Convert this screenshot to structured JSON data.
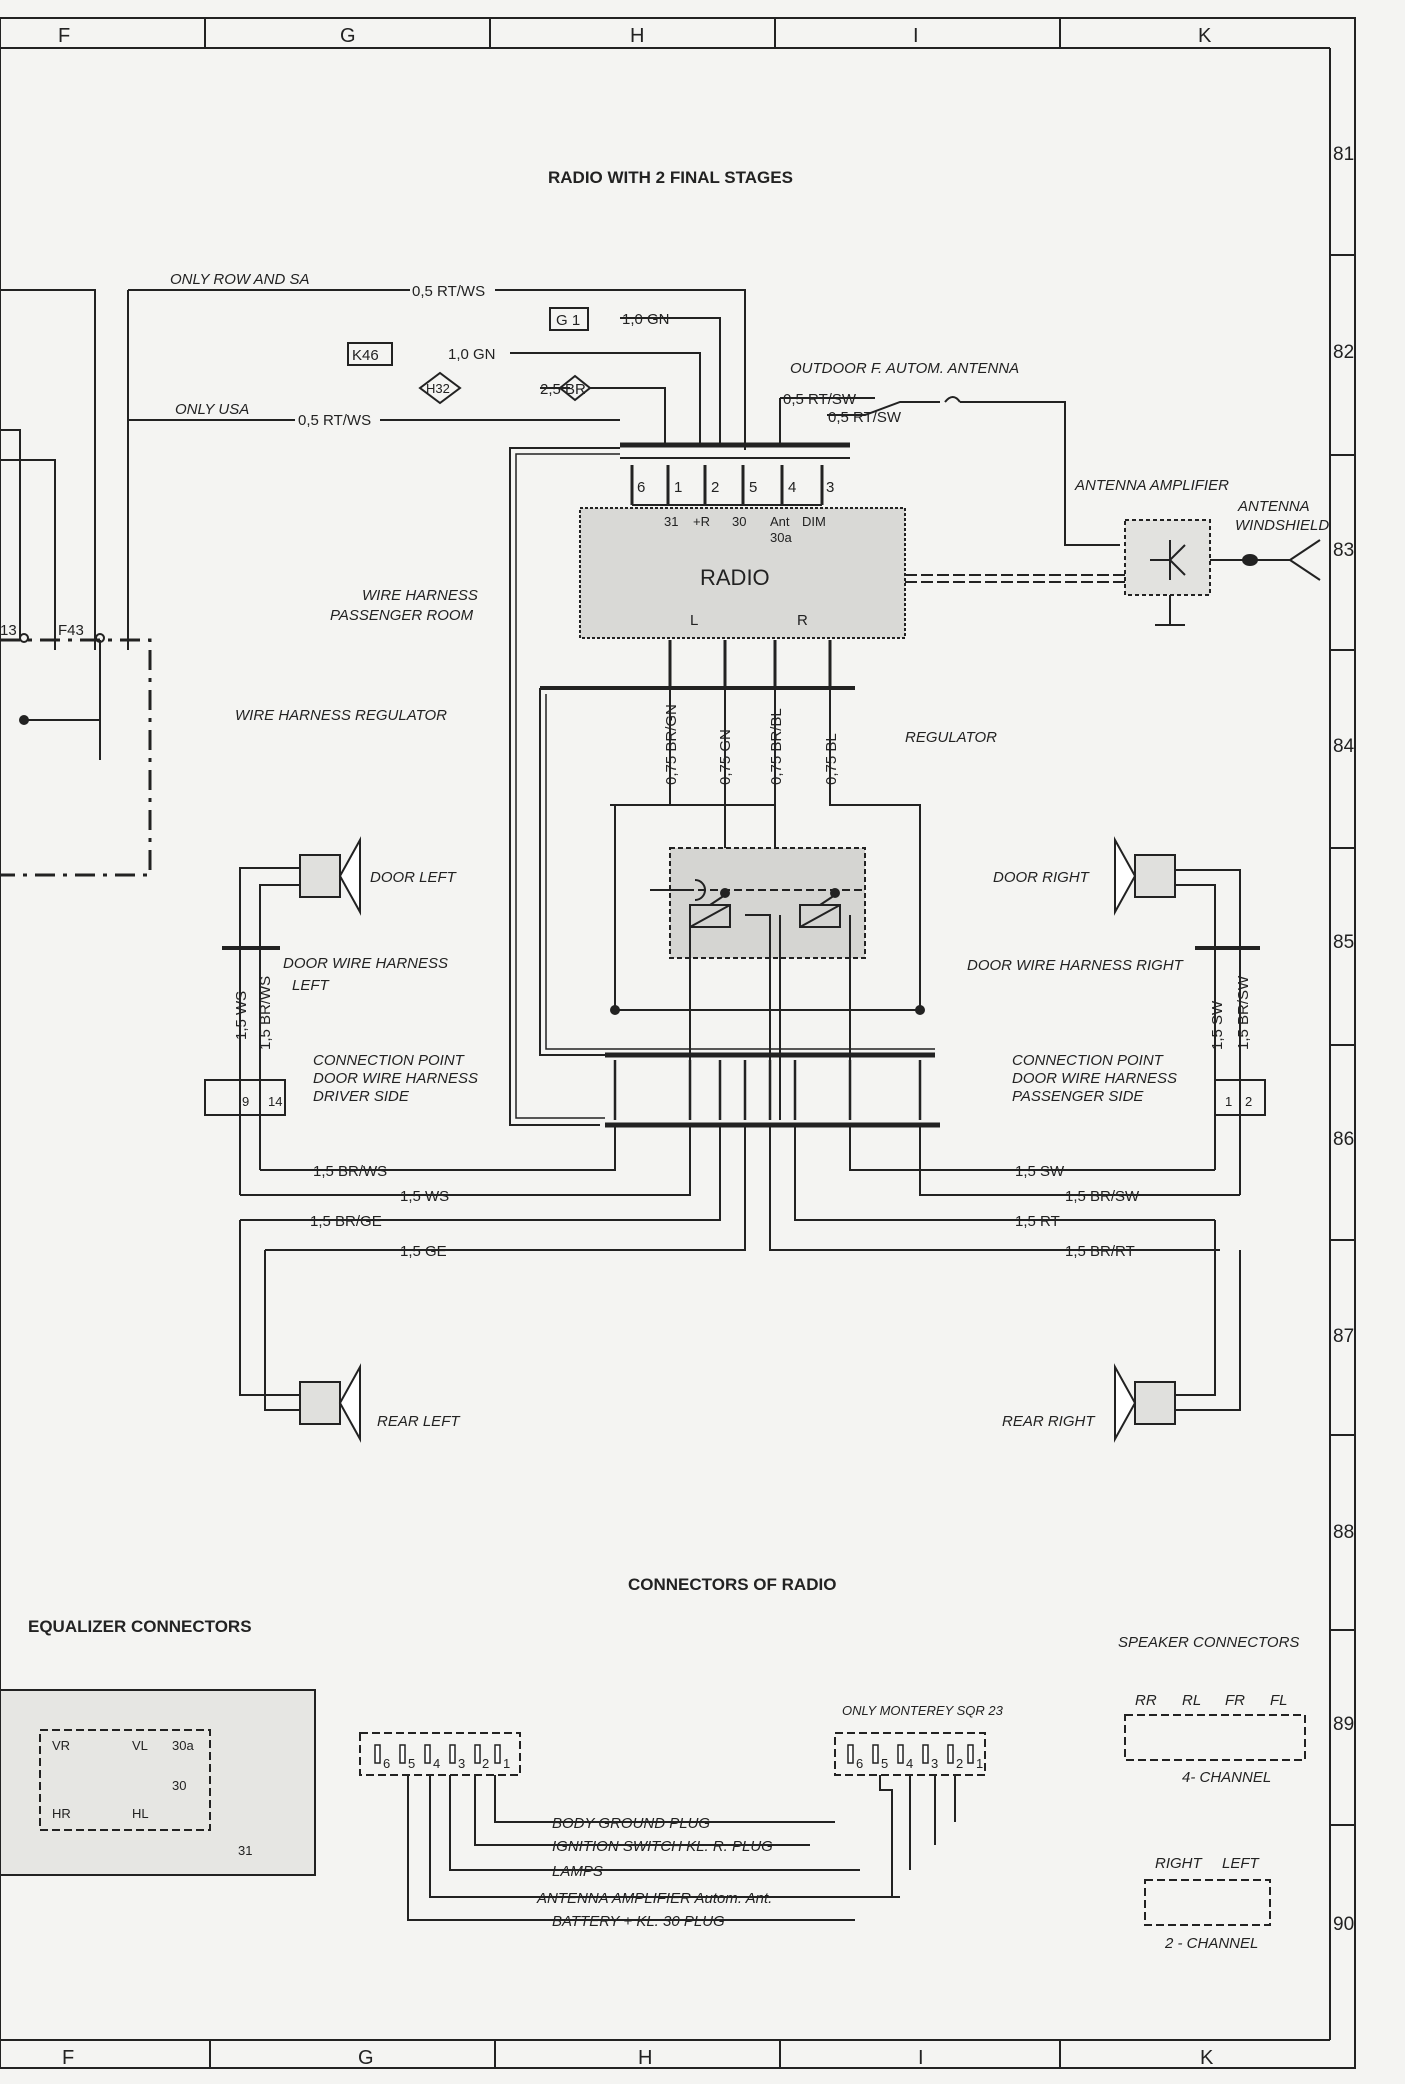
{
  "grid": {
    "columns": [
      "F",
      "G",
      "H",
      "I",
      "K"
    ],
    "rows": [
      "81",
      "82",
      "83",
      "84",
      "85",
      "86",
      "87",
      "88",
      "89",
      "90"
    ]
  },
  "titles": {
    "main": "RADIO WITH 2 FINAL STAGES",
    "connectors_radio": "CONNECTORS OF RADIO",
    "equalizer": "EQUALIZER CONNECTORS",
    "speaker": "SPEAKER CONNECTORS"
  },
  "notes": {
    "only_row_sa": "ONLY ROW AND SA",
    "only_usa": "ONLY USA",
    "outdoor": "OUTDOOR F. AUTOM. ANTENNA",
    "antenna_amp": "ANTENNA AMPLIFIER",
    "antenna_ws_1": "ANTENNA",
    "antenna_ws_2": "WINDSHIELD",
    "wh_pass_1": "WIRE HARNESS",
    "wh_pass_2": "PASSENGER ROOM",
    "wh_reg": "WIRE HARNESS REGULATOR",
    "regulator": "REGULATOR",
    "door_left": "DOOR LEFT",
    "door_right": "DOOR RIGHT",
    "dwh_left_1": "DOOR WIRE HARNESS",
    "dwh_left_2": "LEFT",
    "dwh_right": "DOOR WIRE HARNESS RIGHT",
    "cp_driver_1": "CONNECTION POINT",
    "cp_driver_2": "DOOR WIRE HARNESS",
    "cp_driver_3": "DRIVER SIDE",
    "cp_pass_1": "CONNECTION POINT",
    "cp_pass_2": "DOOR WIRE HARNESS",
    "cp_pass_3": "PASSENGER SIDE",
    "rear_left": "REAR LEFT",
    "rear_right": "REAR RIGHT",
    "only_monterey": "ONLY MONTEREY SQR 23"
  },
  "components": {
    "g1": "G 1",
    "k46": "K46",
    "h32": "H32",
    "f43": "F43",
    "f13": "13",
    "radio": "RADIO"
  },
  "radio_pins": {
    "top_numbers": [
      "6",
      "1",
      "2",
      "5",
      "4",
      "3"
    ],
    "top_labels": [
      "31",
      "+R",
      "30",
      "Ant",
      "DIM"
    ],
    "ant_sub": "30a",
    "l": "L",
    "r": "R"
  },
  "wires": {
    "rt_ws_top": "0,5 RT/WS",
    "g1_gn": "1,0 GN",
    "k46_gn": "1,0 GN",
    "h32_br": "2,5 BR",
    "rt_ws_usa": "0,5 RT/WS",
    "rt_sw_1": "0,5 RT/SW",
    "rt_sw_2": "0,5 RT/SW",
    "v1": "0,75 BR/GN",
    "v2": "0,75 GN",
    "v3": "0,75 BR/BL",
    "v4": "0,75 BL",
    "ws_left": "1,5 WS",
    "brws_left": "1,5 BR/WS",
    "sw_right": "1,5 SW",
    "brsw_right": "1,5 BR/SW",
    "h_br_ws": "1,5 BR/WS",
    "h_ws": "1,5 WS",
    "h_br_ge": "1,5 BR/GE",
    "h_ge": "1,5 GE",
    "h_sw": "1,5 SW",
    "h_br_sw": "1,5 BR/SW",
    "h_rt": "1,5 RT",
    "h_br_rt": "1,5 BR/RT"
  },
  "connector_pins": {
    "left_9": "9",
    "left_14": "14",
    "right_1": "1",
    "right_2": "2",
    "plug_pins": [
      "6",
      "5",
      "4",
      "3",
      "2",
      "1"
    ]
  },
  "equalizer": {
    "vr": "VR",
    "vl": "VL",
    "p30a": "30a",
    "p30": "30",
    "hr": "HR",
    "hl": "HL",
    "p31": "31"
  },
  "radio_conn_labels": [
    "BODY GROUND PLUG",
    "IGNITION SWITCH KL. R. PLUG",
    "LAMPS",
    "ANTENNA AMPLIFIER Autom. Ant.",
    "BATTERY + KL. 30 PLUG"
  ],
  "speaker_connectors": {
    "four": [
      "RR",
      "RL",
      "FR",
      "FL"
    ],
    "four_caption": "4- CHANNEL",
    "two": [
      "RIGHT",
      "LEFT"
    ],
    "two_caption": "2 - CHANNEL"
  }
}
